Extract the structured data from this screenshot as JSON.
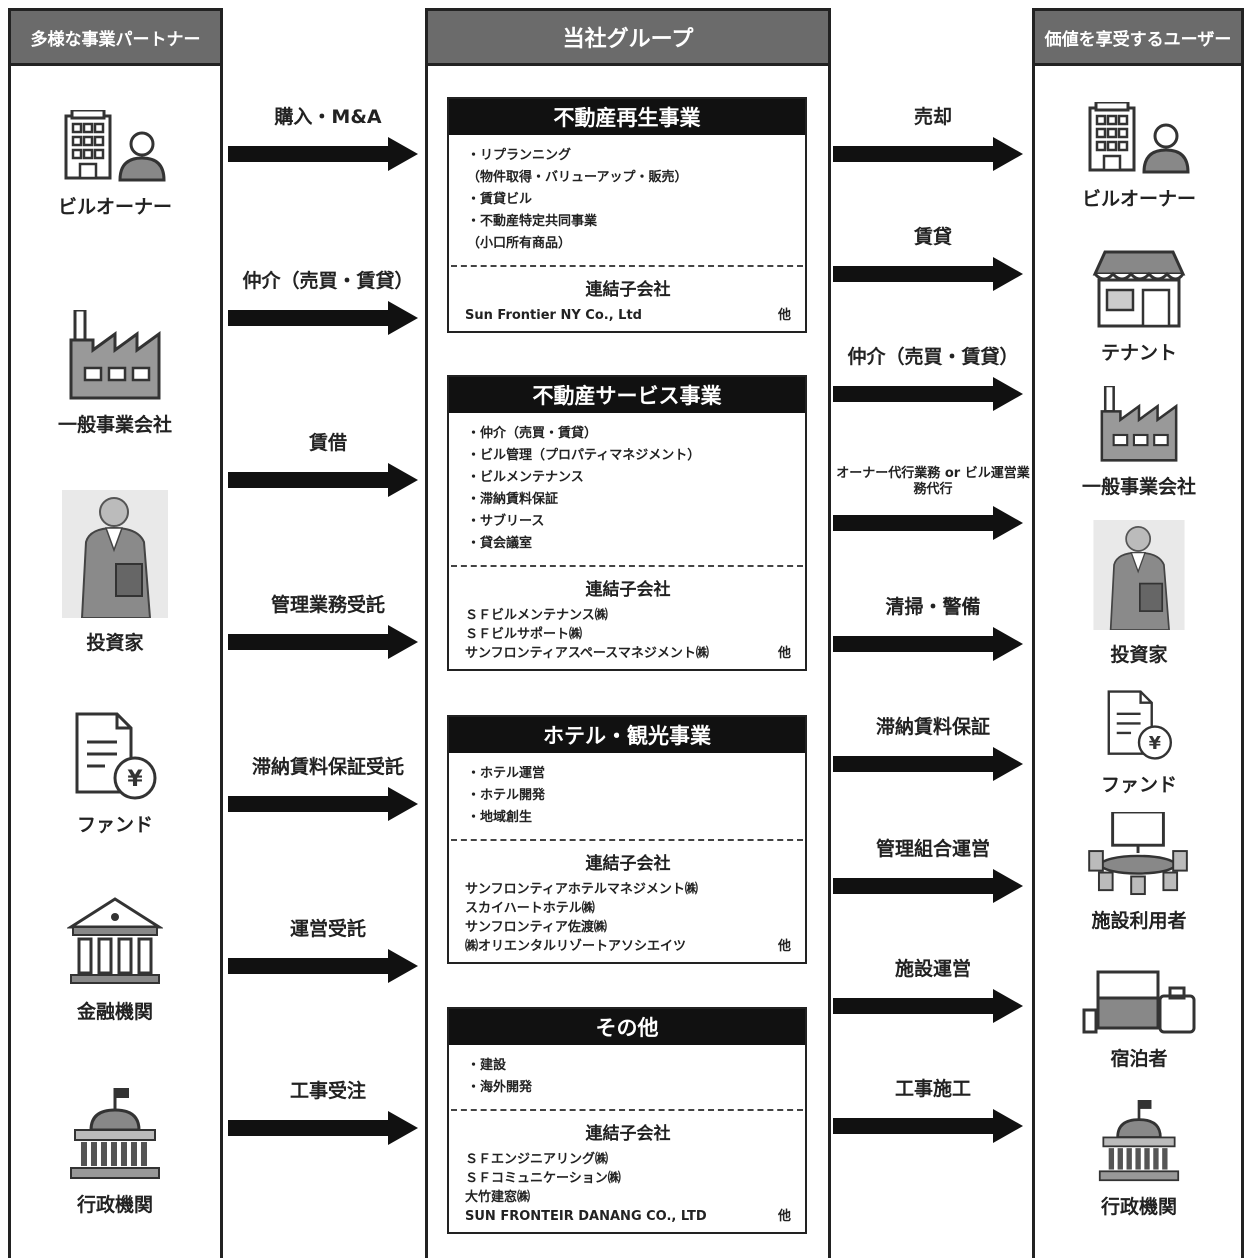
{
  "columns": {
    "left": "多様な事業パートナー",
    "center": "当社グループ",
    "right": "価値を享受するユーザー"
  },
  "left_parties": [
    {
      "label": "ビルオーナー",
      "icon": "building-owner-icon"
    },
    {
      "label": "一般事業会社",
      "icon": "factory-icon"
    },
    {
      "label": "投資家",
      "icon": "investor-photo-icon"
    },
    {
      "label": "ファンド",
      "icon": "fund-document-yen-icon"
    },
    {
      "label": "金融機関",
      "icon": "bank-icon"
    },
    {
      "label": "行政機関",
      "icon": "government-building-icon"
    }
  ],
  "left_flows": [
    "購入・M&A",
    "仲介（売買・賃貸）",
    "賃借",
    "管理業務受託",
    "滞納賃料保証受託",
    "運営受託",
    "工事受注"
  ],
  "segments": [
    {
      "title": "不動産再生事業",
      "items": [
        "・リプランニング",
        "（物件取得・バリューアップ・販売）",
        "・賃貸ビル",
        "・不動産特定共同事業",
        "（小口所有商品）"
      ],
      "sub_title": "連結子会社",
      "companies": [
        "Sun Frontier NY Co., Ltd"
      ],
      "etc": "他"
    },
    {
      "title": "不動産サービス事業",
      "items": [
        "・仲介（売買・賃貸）",
        "・ビル管理（プロパティマネジメント）",
        "・ビルメンテナンス",
        "・滞納賃料保証",
        "・サブリース",
        "・貸会議室"
      ],
      "sub_title": "連結子会社",
      "companies": [
        "ＳＦビルメンテナンス㈱",
        "ＳＦビルサポート㈱",
        "サンフロンティアスペースマネジメント㈱"
      ],
      "etc": "他"
    },
    {
      "title": "ホテル・観光事業",
      "items": [
        "・ホテル運営",
        "・ホテル開発",
        "・地域創生"
      ],
      "sub_title": "連結子会社",
      "companies": [
        "サンフロンティアホテルマネジメント㈱",
        "スカイハートホテル㈱",
        "サンフロンティア佐渡㈱",
        "㈱オリエンタルリゾートアソシエイツ"
      ],
      "etc": "他"
    },
    {
      "title": "その他",
      "items": [
        "・建設",
        "・海外開発"
      ],
      "sub_title": "連結子会社",
      "companies": [
        "ＳＦエンジニアリング㈱",
        "ＳＦコミュニケーション㈱",
        "大竹建窓㈱",
        "SUN FRONTEIR DANANG CO., LTD"
      ],
      "etc": "他"
    }
  ],
  "right_flows": [
    "売却",
    "賃貸",
    "仲介（売買・賃貸）",
    "オーナー代行業務 or ビル運営業務代行",
    "清掃・警備",
    "滞納賃料保証",
    "管理組合運営",
    "施設運営",
    "工事施工"
  ],
  "right_parties": [
    {
      "label": "ビルオーナー",
      "icon": "building-owner-icon"
    },
    {
      "label": "テナント",
      "icon": "storefront-icon"
    },
    {
      "label": "一般事業会社",
      "icon": "factory-icon"
    },
    {
      "label": "投資家",
      "icon": "investor-photo-icon"
    },
    {
      "label": "ファンド",
      "icon": "fund-document-yen-icon"
    },
    {
      "label": "施設利用者",
      "icon": "meeting-room-icon"
    },
    {
      "label": "宿泊者",
      "icon": "bed-luggage-icon"
    },
    {
      "label": "行政機関",
      "icon": "government-building-icon"
    }
  ]
}
